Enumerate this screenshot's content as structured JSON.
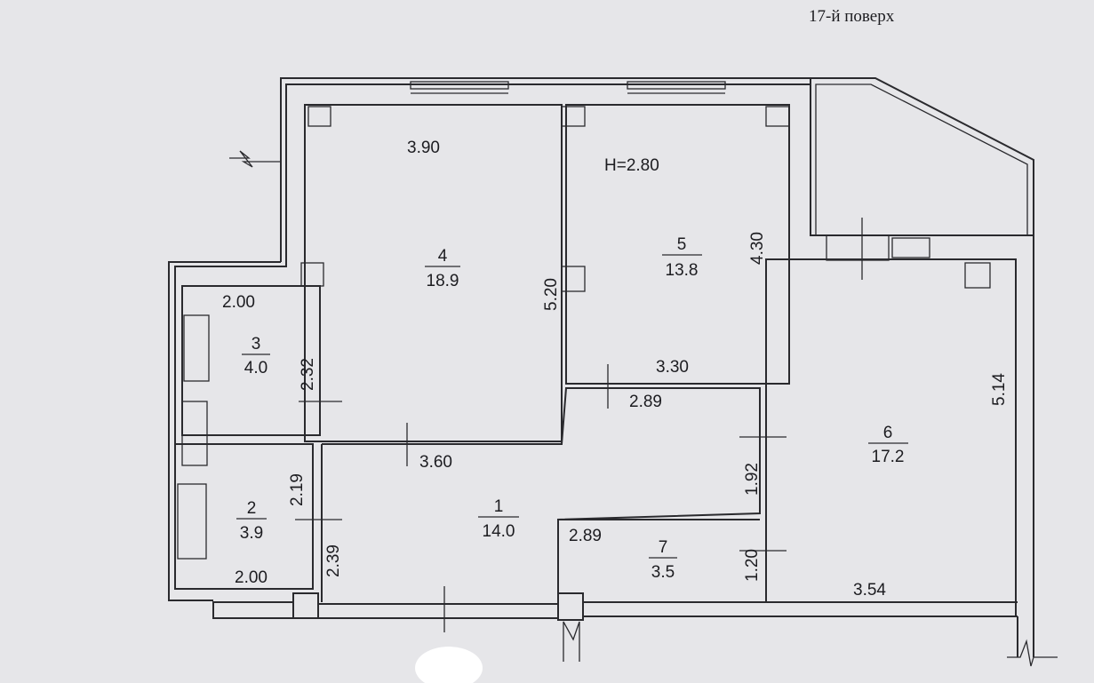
{
  "floor_label": "17-й поверх",
  "ceiling_height": "H=2.80",
  "rooms": [
    {
      "number": "1",
      "area": "14.0"
    },
    {
      "number": "2",
      "area": "3.9"
    },
    {
      "number": "3",
      "area": "4.0"
    },
    {
      "number": "4",
      "area": "18.9"
    },
    {
      "number": "5",
      "area": "13.8"
    },
    {
      "number": "6",
      "area": "17.2"
    },
    {
      "number": "7",
      "area": "3.5"
    }
  ],
  "dimensions": {
    "room4_width": "3.90",
    "room4_height": "5.20",
    "room5_height": "4.30",
    "room5_width": "3.30",
    "room3_width": "2.00",
    "room3_height": "2.32",
    "hall_width_top": "2.89",
    "hall_width_left": "3.60",
    "hall_height": "1.92",
    "room6_height": "5.14",
    "room6_width": "3.54",
    "room2_height_a": "2.19",
    "room2_height_b": "2.39",
    "room2_width": "2.00",
    "room7_width": "2.89",
    "room7_height": "1.20"
  }
}
